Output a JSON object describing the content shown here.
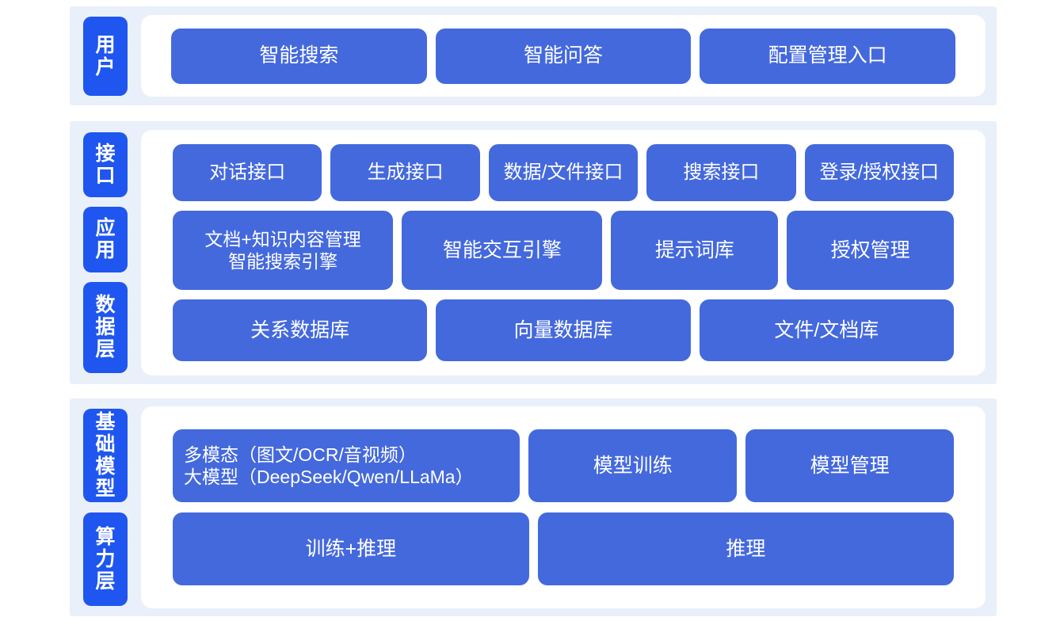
{
  "theme": {
    "tab_blue": "#1f56f0",
    "box_blue": "#4469dd",
    "band_bg": "#eaf0fa",
    "panel_bg": "#ffffff",
    "text_on_blue": "#ffffff"
  },
  "sections": [
    {
      "id": "user",
      "tabs": [
        "用户"
      ],
      "rows": [
        {
          "id": "user-entries",
          "boxes": [
            "智能搜索",
            "智能问答",
            "配置管理入口"
          ]
        }
      ]
    },
    {
      "id": "platform",
      "tabs": [
        "接口",
        "应用",
        "数据层"
      ],
      "rows": [
        {
          "id": "api",
          "boxes": [
            "对话接口",
            "生成接口",
            "数据/文件接口",
            "搜索接口",
            "登录/授权接口"
          ]
        },
        {
          "id": "app",
          "boxes": [
            "文档+知识内容管理\n智能搜索引擎",
            "智能交互引擎",
            "提示词库",
            "授权管理"
          ]
        },
        {
          "id": "data",
          "boxes": [
            "关系数据库",
            "向量数据库",
            "文件/文档库"
          ]
        }
      ]
    },
    {
      "id": "infra",
      "tabs": [
        "基础模型",
        "算力层"
      ],
      "rows": [
        {
          "id": "model",
          "boxes": [
            "多模态（图文/OCR/音视频）\n大模型（DeepSeek/Qwen/LLaMa）",
            "模型训练",
            "模型管理"
          ]
        },
        {
          "id": "compute",
          "boxes": [
            "训练+推理",
            "推理"
          ]
        }
      ]
    }
  ],
  "labels": {
    "user": "用户",
    "jiekou": "接口",
    "yingyong": "应用",
    "shuju": "数据层",
    "jichu": "基础模型",
    "suanli": "算力层",
    "zhineng_sousuo": "智能搜索",
    "zhineng_wenda": "智能问答",
    "peizhi_guanli": "配置管理入口",
    "duihua_jiekou": "对话接口",
    "shengcheng_jiekou": "生成接口",
    "shuju_wenjian_jiekou": "数据/文件接口",
    "sousuo_jiekou": "搜索接口",
    "denglu_shouquan_jiekou": "登录/授权接口",
    "wendang_zhishi": "文档+知识内容管理\n智能搜索引擎",
    "jiaohu_yinqing": "智能交互引擎",
    "tishi_ciku": "提示词库",
    "shouquan_guanli": "授权管理",
    "guanxi_shujuku": "关系数据库",
    "xiangliang_shujuku": "向量数据库",
    "wenjian_wendangku": "文件/文档库",
    "duomotai_damoxing": "多模态（图文/OCR/音视频）\n大模型（DeepSeek/Qwen/LLaMa）",
    "moxing_xunlian": "模型训练",
    "moxing_guanli": "模型管理",
    "xunlian_tuili": "训练+推理",
    "tuili": "推理"
  }
}
